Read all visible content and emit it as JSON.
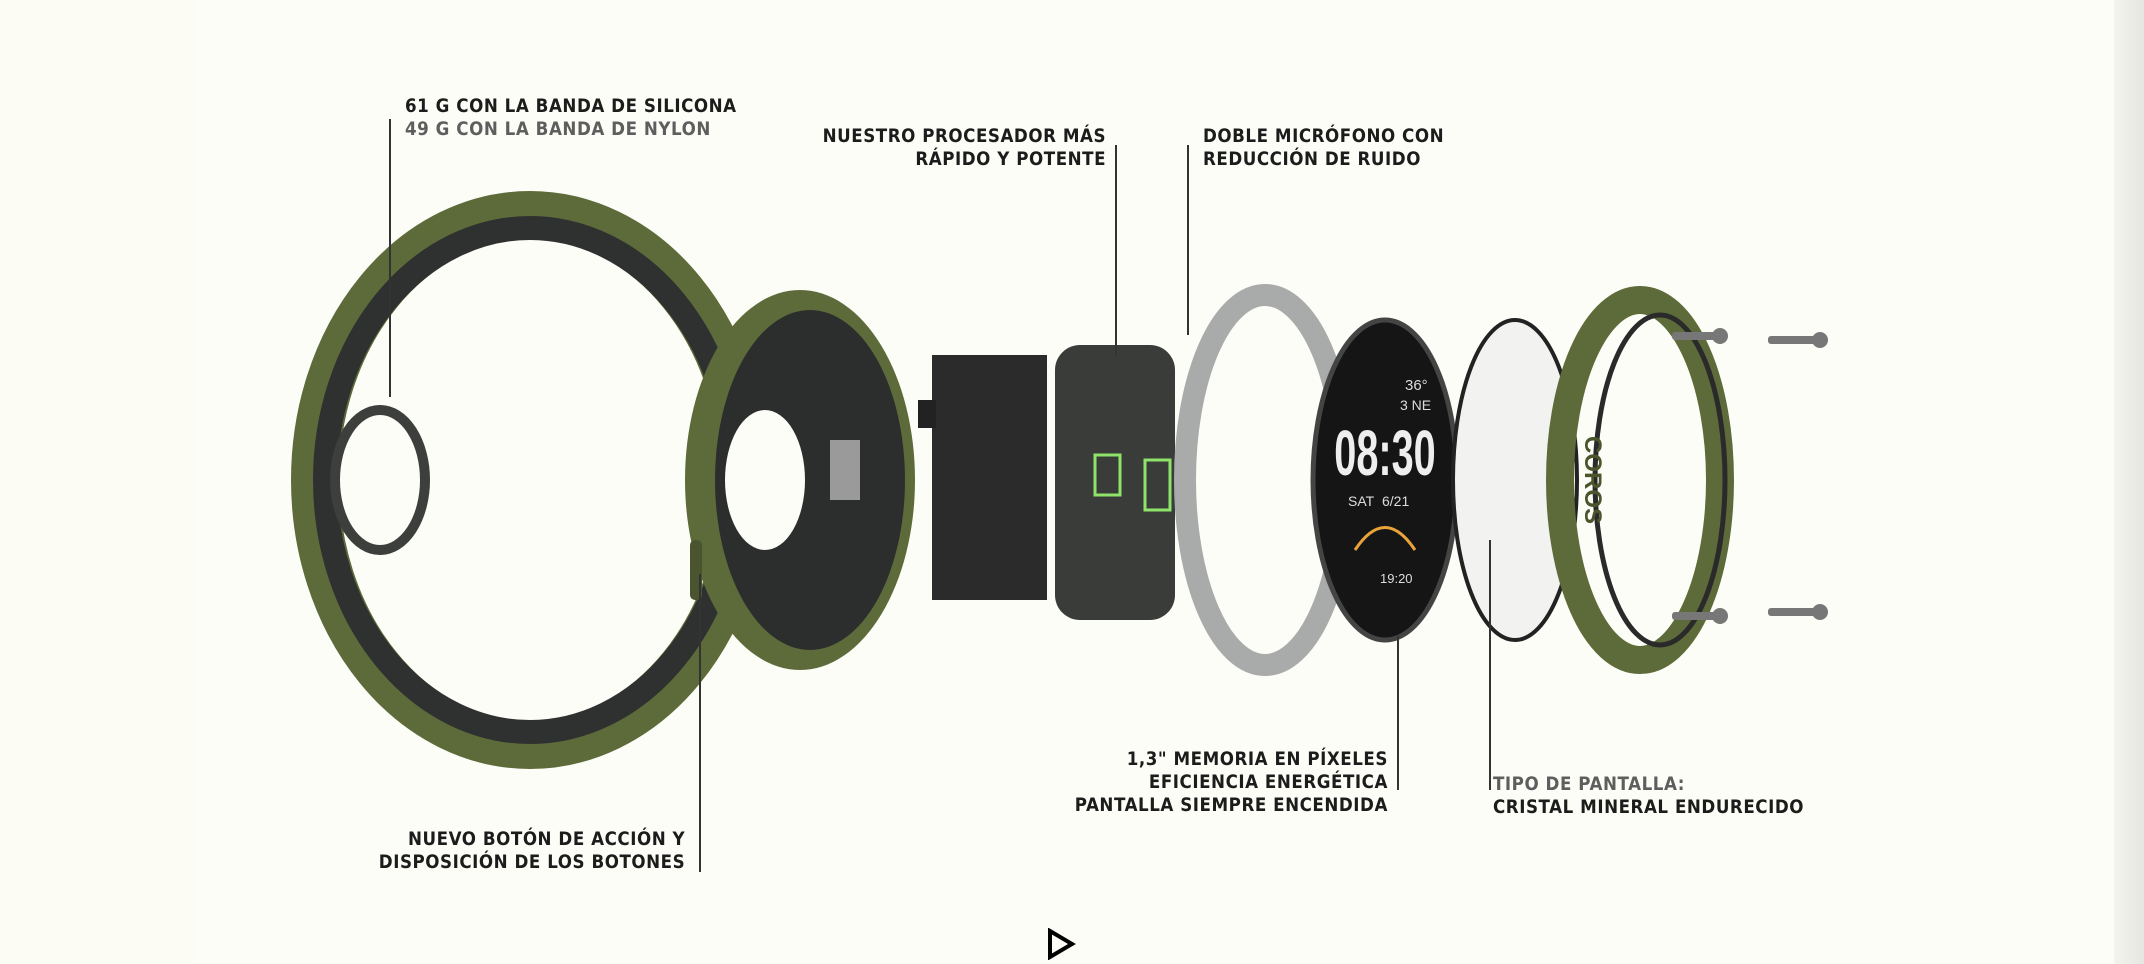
{
  "callouts": {
    "weight": {
      "line1": "61 G CON LA BANDA DE SILICONA",
      "line2": "49 G CON LA BANDA DE NYLON"
    },
    "processor": {
      "line1": "NUESTRO PROCESADOR MÁS",
      "line2": "RÁPIDO Y POTENTE"
    },
    "microphone": {
      "line1": "DOBLE MICRÓFONO CON",
      "line2": "REDUCCIÓN DE RUIDO"
    },
    "display": {
      "line1": "1,3\" MEMORIA EN PÍXELES",
      "line2": "EFICIENCIA ENERGÉTICA",
      "line3": "PANTALLA SIEMPRE ENCENDIDA"
    },
    "screen_type": {
      "line1": "TIPO DE PANTALLA:",
      "line2": "CRISTAL MINERAL ENDURECIDO"
    },
    "button": {
      "line1": "NUEVO BOTÓN DE ACCIÓN Y",
      "line2": "DISPOSICIÓN DE LOS BOTONES"
    }
  },
  "watch_face": {
    "time": "08:30",
    "temp": "36°",
    "wind": "3 NE",
    "day": "SAT",
    "date": "6/21",
    "sunset": "19:20",
    "brand": "COROS"
  },
  "colors": {
    "strap_green": "#5d6b3a",
    "background": "#fdfdf7"
  },
  "controls": {
    "play_icon": "play-icon"
  }
}
